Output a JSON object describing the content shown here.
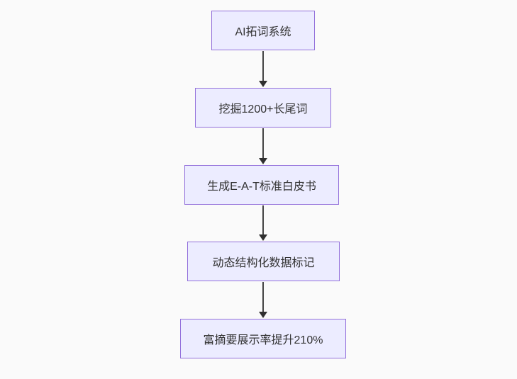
{
  "page": {
    "background_color": "#fafafa"
  },
  "flowchart": {
    "type": "vertical-flowchart",
    "node_fill_color": "#ECECFF",
    "node_border_color": "#9370DB",
    "node_text_color": "#333333",
    "arrow_color": "#333333",
    "nodes": [
      {
        "id": "1",
        "label": "AI拓词系统"
      },
      {
        "id": "2",
        "label": "挖掘1200+长尾词"
      },
      {
        "id": "3",
        "label": "生成E-A-T标准白皮书"
      },
      {
        "id": "4",
        "label": "动态结构化数据标记"
      },
      {
        "id": "5",
        "label": "富摘要展示率提升210%"
      }
    ],
    "edges": [
      {
        "from": "1",
        "to": "2"
      },
      {
        "from": "2",
        "to": "3"
      },
      {
        "from": "3",
        "to": "4"
      },
      {
        "from": "4",
        "to": "5"
      }
    ]
  }
}
